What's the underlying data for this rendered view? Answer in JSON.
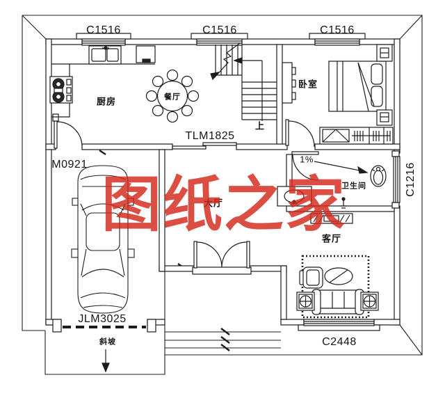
{
  "watermark": {
    "text": "图纸之家",
    "color": "#d2281c"
  },
  "window_labels": {
    "top": [
      "C1516",
      "C1516",
      "C1516"
    ],
    "right": "C1216",
    "bottom": "C2448"
  },
  "door_labels": {
    "kitchen_door": "M0921",
    "dining_sliding_door": "TLM1825",
    "garage_door": "JLM3025"
  },
  "room_labels": {
    "kitchen": "厨房",
    "dining": "餐厅",
    "bedroom": "卧室",
    "hall": "大厅",
    "bathroom": "卫生间",
    "living_room": "客厅"
  },
  "annotations": {
    "ramp": "斜坡",
    "stairs_up": "上",
    "floor_slope": "1%"
  }
}
